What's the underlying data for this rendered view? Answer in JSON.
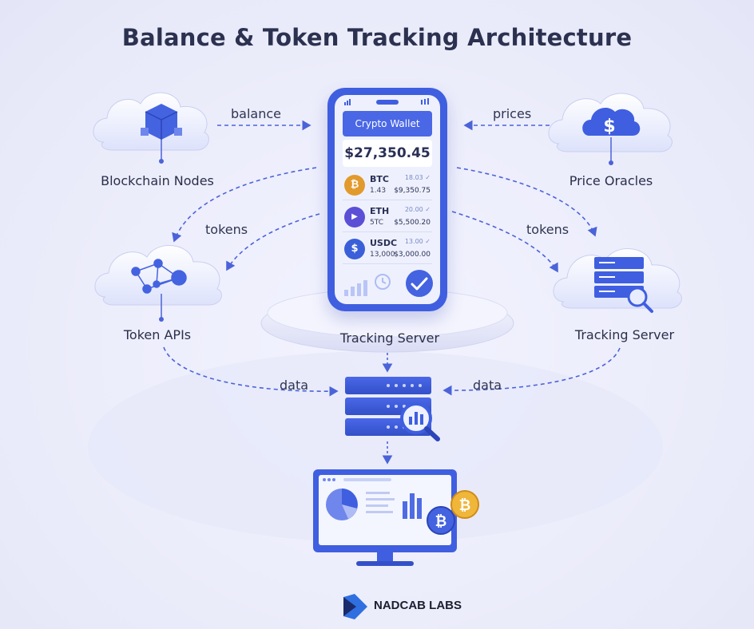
{
  "title": "Balance & Token Tracking Architecture",
  "nodes": {
    "blockchain_nodes": "Blockchain Nodes",
    "price_oracles": "Price Oracles",
    "token_apis": "Token APIs",
    "tracking_server_center": "Tracking Server",
    "tracking_server_right": "Tracking Server"
  },
  "edges": {
    "balance": "balance",
    "prices": "prices",
    "tokens_left": "tokens",
    "tokens_right": "tokens",
    "data_left": "data",
    "data_right": "data"
  },
  "wallet": {
    "title": "Crypto Wallet",
    "balance": "$27,350.45",
    "assets": [
      {
        "symbol": "BTC",
        "amount": "1.43",
        "change": "18.03 ✓",
        "value": "$9,350.75",
        "color": "#e29a2c",
        "glyph": "₿"
      },
      {
        "symbol": "ETH",
        "amount": "5TC",
        "change": "20.00 ✓",
        "value": "$5,500.20",
        "color": "#5b4fd6",
        "glyph": "▶"
      },
      {
        "symbol": "USDC",
        "amount": "13,000",
        "change": "13.00 ✓",
        "value": "$3,000.00",
        "color": "#3a5fd8",
        "glyph": "$"
      }
    ]
  },
  "brand": {
    "name": "NADCAB LABS"
  },
  "colors": {
    "accent": "#3f5fe0",
    "arrow": "#4b63d8",
    "background": "#ecedfb"
  }
}
